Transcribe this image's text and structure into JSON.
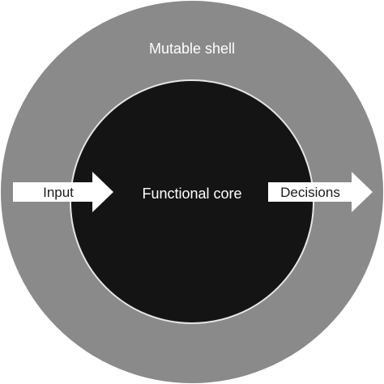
{
  "diagram": {
    "outer_label": "Mutable shell",
    "core_label": "Functional core",
    "input_label": "Input",
    "output_label": "Decisions"
  },
  "colors": {
    "shell": "#8a8a8a",
    "core": "#141414",
    "core_border": "#e6e6e6",
    "arrow": "#ffffff"
  }
}
